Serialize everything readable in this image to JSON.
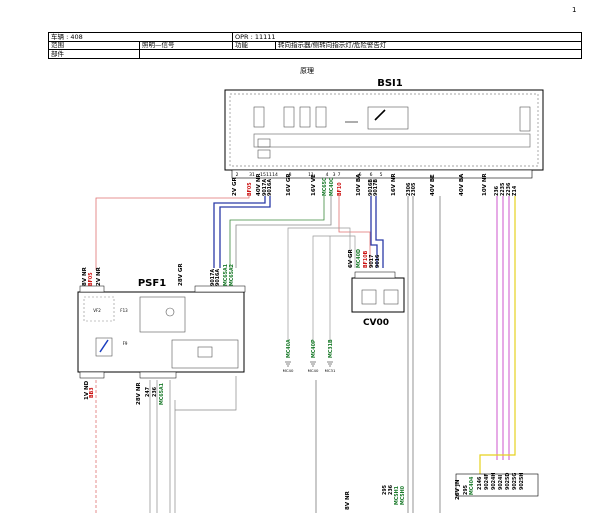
{
  "page_number": "1",
  "header": {
    "vehicle_label": "车辆 : 408",
    "opr_label": "OPR : 11111",
    "scope_label": "范围",
    "scope_value": "照明—信号",
    "function_label": "功能",
    "function_value": "转向指示器/侧转向指示灯/危险警告灯",
    "part_label": "部件"
  },
  "principle_label": "原理",
  "components": {
    "bsi": "BSI1",
    "psf": "PSF1",
    "cv": "CV00"
  },
  "bsi_connectors": {
    "c1": "2V GR",
    "c2": "40V NR",
    "c3": "16V GR",
    "c4": "16V VE",
    "c5": "10V BA",
    "c6": "16V NR",
    "c7": "40V BE",
    "c8": "40V BA",
    "c9": "10V NR"
  },
  "bsi_pins": {
    "p1": "2",
    "p2": "31",
    "p3": "15",
    "p4": "11",
    "p5": "14",
    "p6": "8",
    "p7": "11",
    "p8": "4",
    "p9": "3",
    "p10": "7",
    "p11": "6",
    "p12": "6",
    "p13": "5"
  },
  "bsi_wires": {
    "w1": "BF05",
    "w2": "9017A",
    "w3": "9016A",
    "w4": "MC65C",
    "w5": "MC40C",
    "w6": "BF10",
    "w7": "9016B",
    "w8": "9017B",
    "w9": "2306",
    "w10": "2305",
    "w11": "236",
    "w12": "2235",
    "w13": "2236",
    "w14": "Z14"
  },
  "psf_connectors": {
    "c1": "8V NR",
    "c2": "2V NR",
    "c3": "28V GR",
    "c4": "1V ND",
    "c5": "28V NR"
  },
  "psf_wires": {
    "w1": "BF05",
    "w2": "9017A",
    "w3": "9016A",
    "w4": "MC65A1",
    "w5": "MC65A2",
    "w6": "BB3",
    "w7": "247",
    "w8": "236",
    "w9": "MC65A1"
  },
  "psf_fuses": {
    "f1": "VF2",
    "f2": "F13",
    "f3": "F9"
  },
  "cv_connector": "6V GR",
  "cv_wires": {
    "w1": "MC40D",
    "w2": "BF10B",
    "w3": "9017",
    "w4": "9016"
  },
  "ground_points": {
    "g1": {
      "wire": "MC40A",
      "label": "MC40"
    },
    "g2": {
      "wire": "MC40P",
      "label": "MC40"
    },
    "g3": {
      "wire": "MC31B",
      "label": "MC31"
    }
  },
  "bottom_labels": {
    "b1": "8V NR",
    "b2": "295",
    "b3": "236",
    "b4": "MC5H1",
    "b5": "MC5H0",
    "b6": "26V JN",
    "b7": "295",
    "b8": "MC404",
    "b9": "2146",
    "b10": "9024F",
    "b11": "9024H",
    "b12": "9024I",
    "b13": "9025D",
    "b14": "9025G",
    "b15": "9025H"
  },
  "colors": {
    "wire_blue": "#2b3aa8",
    "wire_red": "#e07070",
    "wire_magenta": "#cc55cc",
    "wire_yellow": "#e6d21e",
    "wire_green_label": "#1a7a2a",
    "wire_red_label": "#cc1111"
  }
}
